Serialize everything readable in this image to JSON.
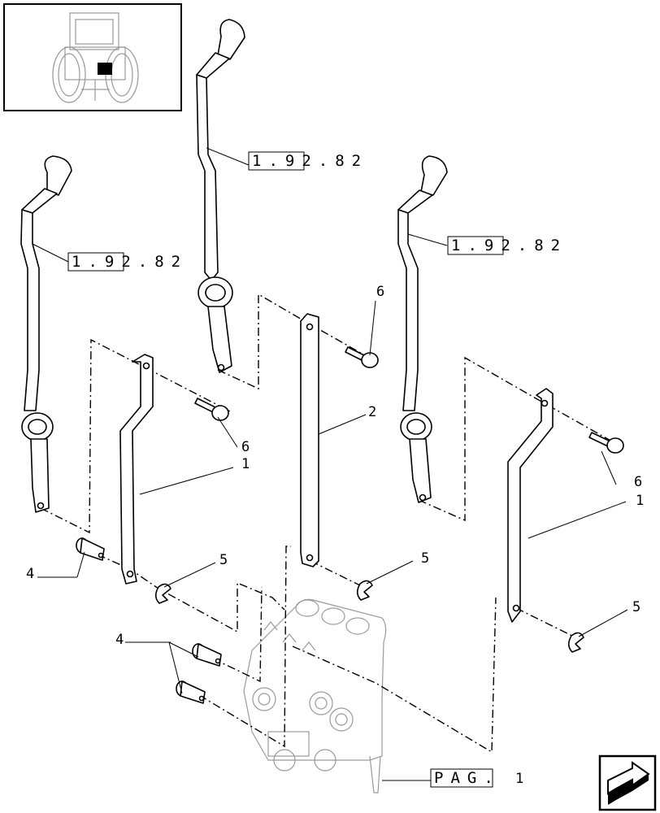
{
  "thumbnail": {
    "alt": "tractor rear view locator"
  },
  "callouts": {
    "ref_a": "1.92.82",
    "ref_b": "1.92.82",
    "ref_c": "1.92.82",
    "n6_top": "6",
    "n6_left": "6",
    "n6_right": "6",
    "n1_left": "1",
    "n1_right": "1",
    "n2": "2",
    "n4_top": "4",
    "n4_bottom": "4",
    "n5_left": "5",
    "n5_mid": "5",
    "n5_right": "5"
  },
  "footer": {
    "page_label": "PAG.",
    "page_number": "1"
  },
  "nav": {
    "icon": "next-page-arrow-icon"
  }
}
